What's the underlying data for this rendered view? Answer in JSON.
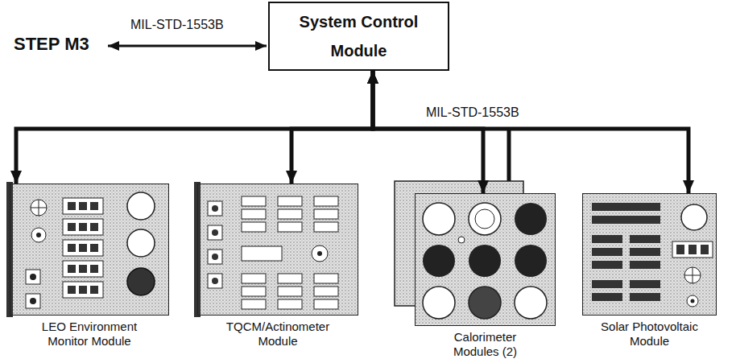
{
  "diagram": {
    "nodes": [
      {
        "text": [
          "System Control Module"
        ]
      },
      {
        "text": [
          "LEO Environment Monitor Module"
        ]
      },
      {
        "text": [
          "TQCM/Actinometer Module"
        ]
      },
      {
        "text": [
          "Calorimeter Modules (2)"
        ]
      },
      {
        "text": [
          "Solar Photovoltaic Module"
        ]
      }
    ],
    "edges": [
      {
        "from": 0,
        "to": 1,
        "arrow": "both"
      },
      {
        "from": 0,
        "to": 2,
        "arrow": "both"
      },
      {
        "from": 0,
        "to": 3,
        "arrow": "both"
      },
      {
        "from": 0,
        "to": 4,
        "arrow": "both"
      }
    ],
    "labels": [
      "STEP M3",
      "MIL-STD-1553B",
      "MIL-STD-1553B"
    ]
  }
}
